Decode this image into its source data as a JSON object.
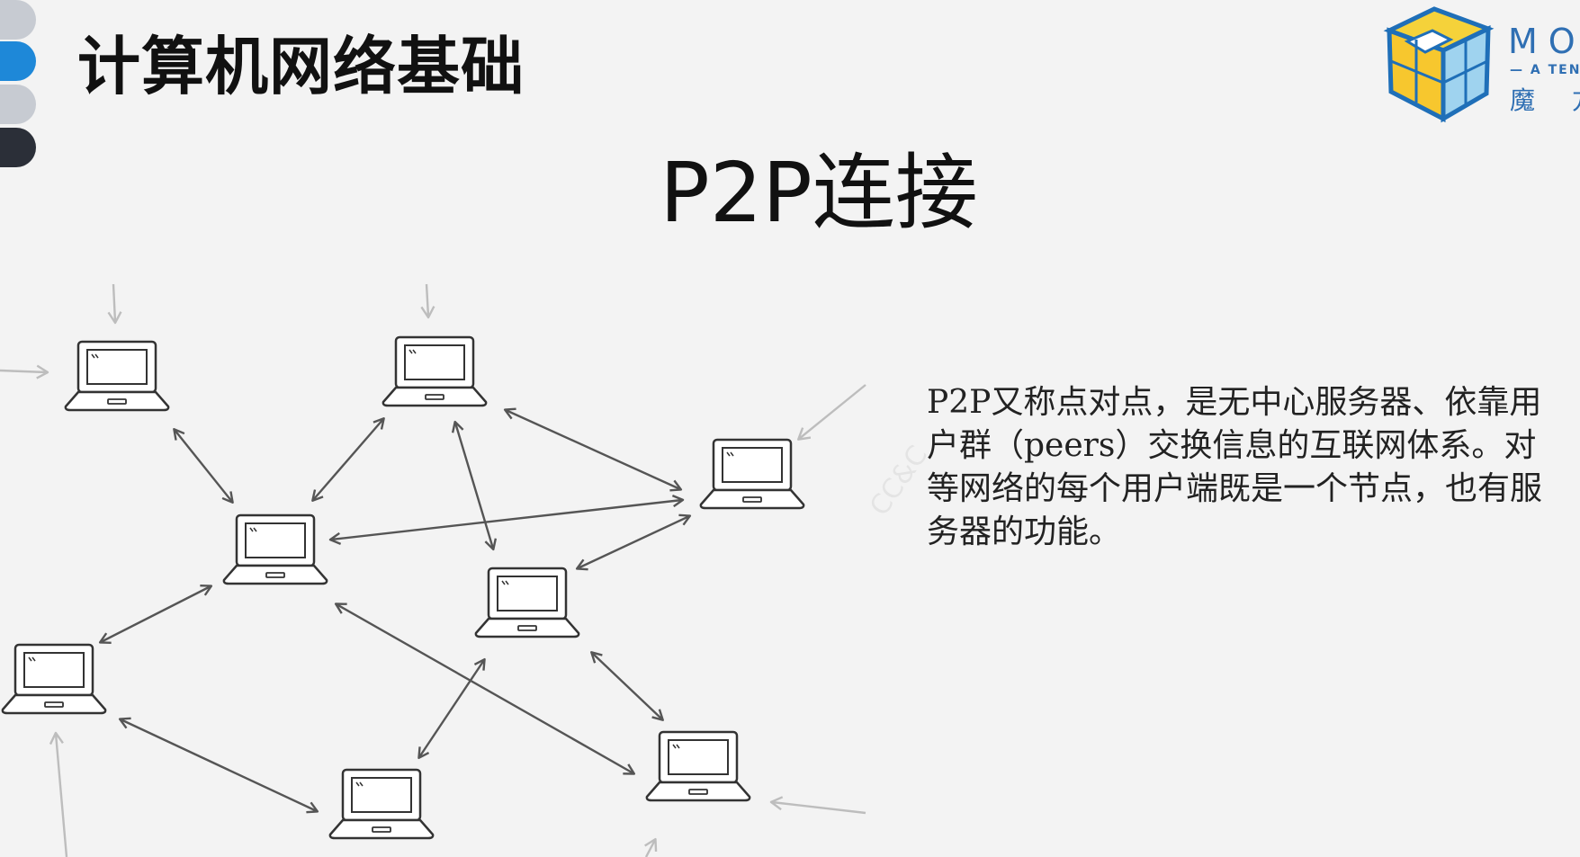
{
  "header": {
    "course_title": "计算机网络基础"
  },
  "logo": {
    "brand": "MO",
    "tagline": "— A TENC",
    "chinese": "魔 方",
    "icon": "cube-logo-icon"
  },
  "slide": {
    "title": "P2P连接",
    "description": "P2P又称点对点，是无中心服务器、依靠用户群（peers）交换信息的互联网体系。对等网络的每个用户端既是一个节点，也有服务器的功能。"
  },
  "sidebar_tabs": [
    {
      "color": "#c7cbd2"
    },
    {
      "color": "#1e88d8"
    },
    {
      "color": "#c7cbd2"
    },
    {
      "color": "#2b2f38"
    }
  ],
  "diagram": {
    "nodes": [
      "laptop-a",
      "laptop-b",
      "laptop-c",
      "laptop-d",
      "laptop-e",
      "laptop-f",
      "laptop-g",
      "laptop-h"
    ],
    "node_icon": "laptop-icon"
  },
  "colors": {
    "connection": "#555555",
    "incoming": "#bdbdbd",
    "accent": "#1e88d8"
  }
}
